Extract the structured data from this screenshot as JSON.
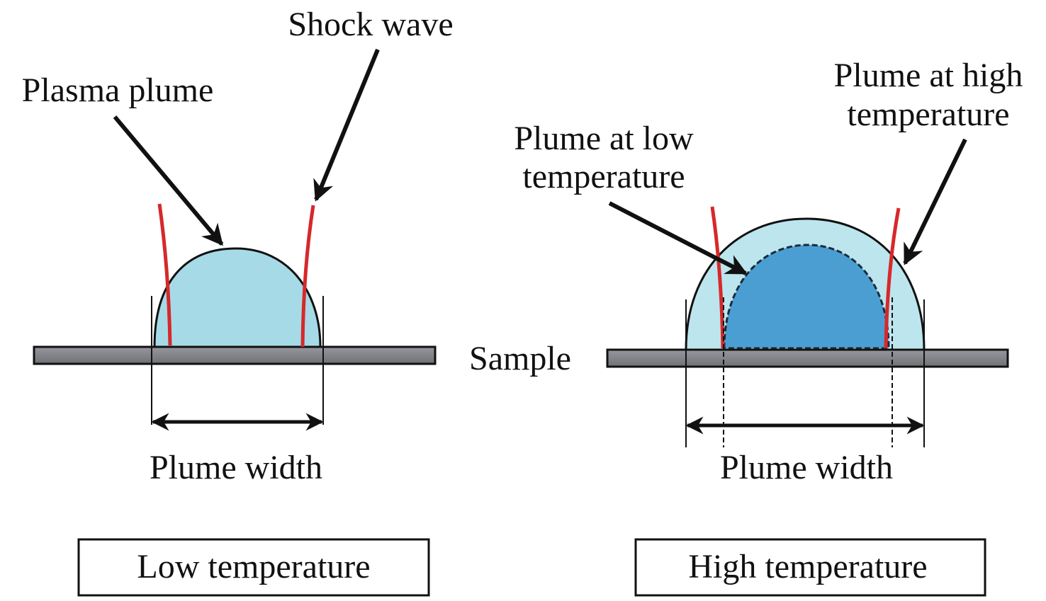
{
  "labels": {
    "shock_wave": "Shock wave",
    "plasma_plume": "Plasma plume",
    "sample": "Sample",
    "plume_width_left": "Plume width",
    "plume_width_right": "Plume width",
    "plume_low_line1": "Plume at low",
    "plume_low_line2": "temperature",
    "plume_high_line1": "Plume at high",
    "plume_high_line2": "temperature",
    "low_temperature": "Low temperature",
    "high_temperature": "High temperature"
  },
  "colors": {
    "plume_light": "#a6dae6",
    "plume_outer_light": "#bde5ee",
    "plume_dark": "#4b9ed2",
    "shock_wave": "#d7282a",
    "sample": "#85878c"
  }
}
